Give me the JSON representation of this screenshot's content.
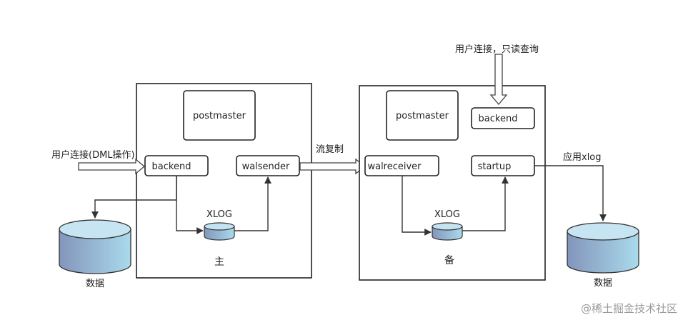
{
  "primary": {
    "postmaster": "postmaster",
    "backend": "backend",
    "walsender": "walsender",
    "xlog": "XLOG",
    "caption": "主"
  },
  "standby": {
    "postmaster": "postmaster",
    "backend": "backend",
    "walreceiver": "walreceiver",
    "startup": "startup",
    "xlog": "XLOG",
    "caption": "备"
  },
  "labels": {
    "user_dml": "用户连接(DML操作)",
    "streaming": "流复制",
    "user_readonly": "用户连接，只读查询",
    "apply_xlog": "应用xlog",
    "data_left": "数据",
    "data_right": "数据"
  },
  "watermark": "@稀土掘金技术社区",
  "colors": {
    "db_light": "#a9d6ea",
    "db_dark": "#7f93b8",
    "stroke": "#222222"
  }
}
